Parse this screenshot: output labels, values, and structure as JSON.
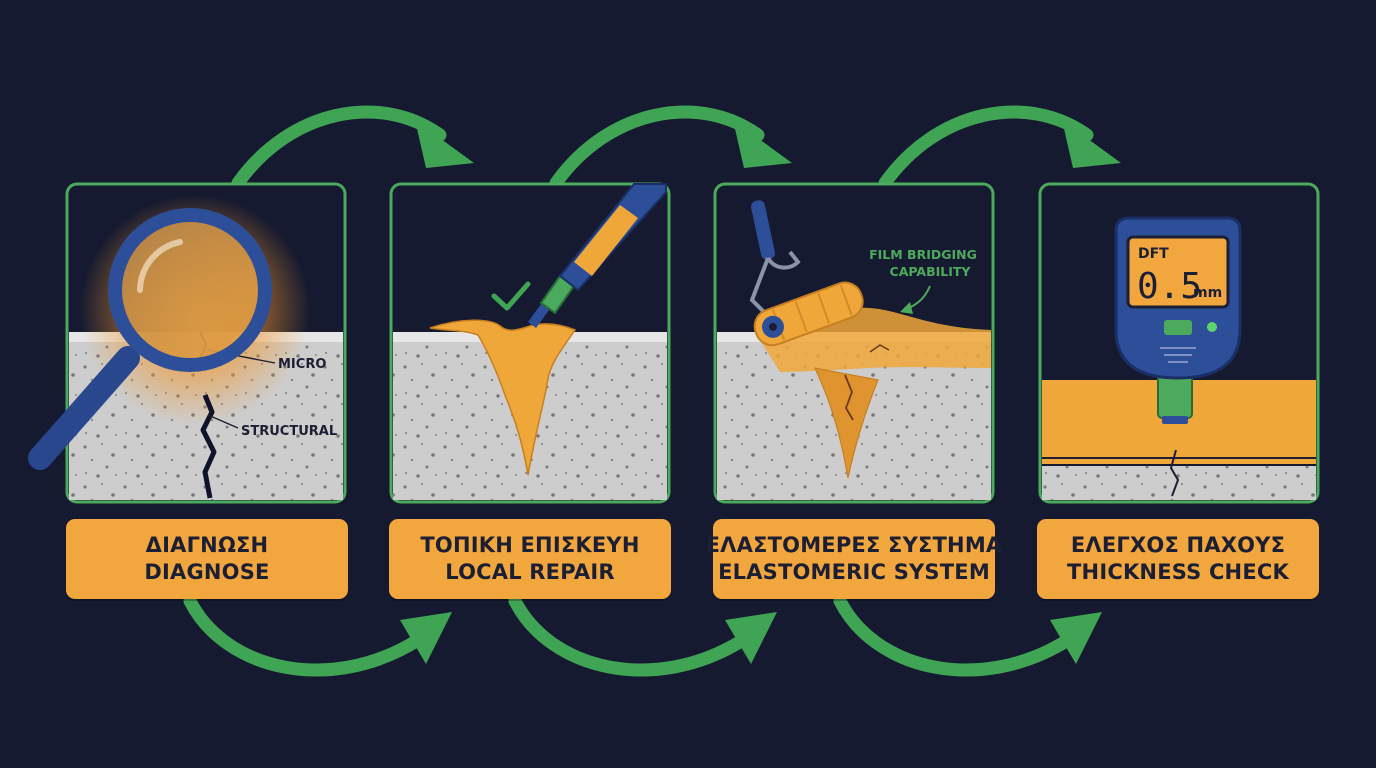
{
  "steps": [
    {
      "title_gr": "ΔΙΑΓΝΩΣΗ",
      "title_en": "DIAGNOSE"
    },
    {
      "title_gr": "ΤΟΠΙΚΗ ΕΠΙΣΚΕΥΗ",
      "title_en": "LOCAL REPAIR"
    },
    {
      "title_gr": "ΕΛΑΣΤΟΜΕΡΕΣ ΣΥΣΤΗΜΑ",
      "title_en": "ELASTOMERIC SYSTEM"
    },
    {
      "title_gr": "ΕΛΕΓΧΟΣ ΠΑΧΟΥΣ",
      "title_en": "THICKNESS CHECK"
    }
  ],
  "diagnose": {
    "micro_label": "MICRO",
    "structural_label": "STRUCTURAL"
  },
  "elastomeric": {
    "callout_line1": "FILM BRIDGING",
    "callout_line2": "CAPABILITY"
  },
  "gauge": {
    "readout_label": "DFT",
    "readout_value": "0.5",
    "readout_unit": "mm"
  },
  "colors": {
    "background": "#161a30",
    "panel_border": "#4caa5c",
    "arrow": "#3fa454",
    "label_fill": "#f2a73e",
    "coating": "#f0a73a",
    "concrete": "#cfcfcf",
    "tool_blue": "#2d4f9a"
  },
  "icons": [
    "magnifying-glass-icon",
    "caulk-gun-icon",
    "paint-roller-icon",
    "thickness-gauge-icon",
    "checkmark-icon",
    "flow-arrow-icon"
  ]
}
